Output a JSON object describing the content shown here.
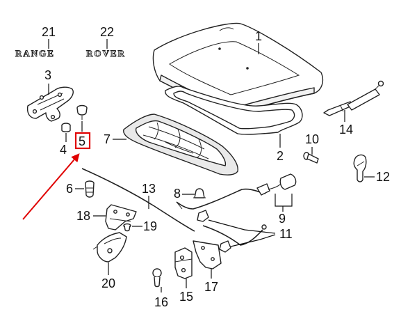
{
  "callouts": {
    "n1": "1",
    "n2": "2",
    "n3": "3",
    "n4": "4",
    "n5": "5",
    "n6": "6",
    "n7": "7",
    "n8": "8",
    "n9": "9",
    "n10": "10",
    "n11": "11",
    "n12": "12",
    "n13": "13",
    "n14": "14",
    "n15": "15",
    "n16": "16",
    "n17": "17",
    "n18": "18",
    "n19": "19",
    "n20": "20",
    "n21": "21",
    "n22": "22"
  },
  "badges": {
    "word1": "RANGE",
    "word2": "ROVER"
  },
  "highlight": {
    "callout": "5",
    "color": "#e00000"
  },
  "icons": [
    "hood-panel",
    "hood-seal",
    "hood-insulator",
    "hood-hinge",
    "bump-stop",
    "gas-strut",
    "release-cable",
    "latch",
    "bolt",
    "clip",
    "grommet"
  ]
}
